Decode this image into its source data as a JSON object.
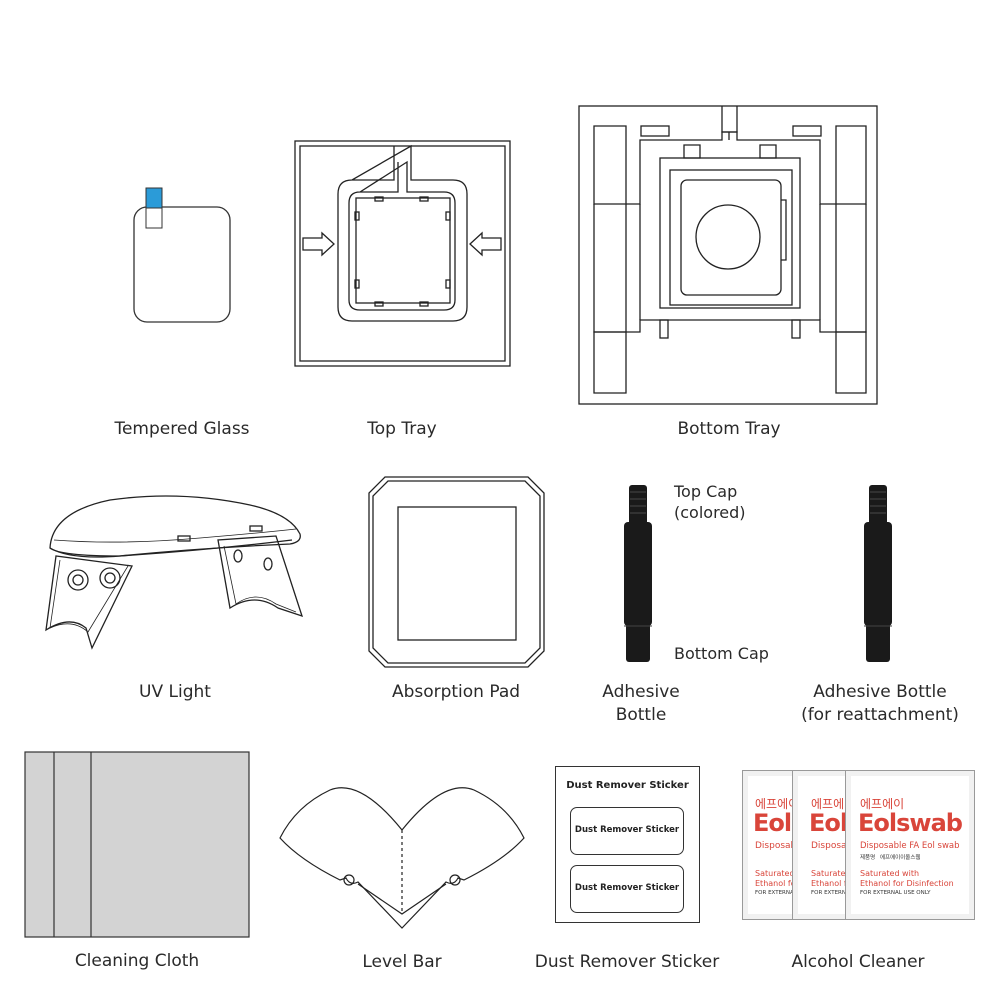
{
  "items": {
    "tempered_glass": {
      "label": "Tempered Glass"
    },
    "top_tray": {
      "label": "Top Tray"
    },
    "bottom_tray": {
      "label": "Bottom Tray"
    },
    "uv_light": {
      "label": "UV Light"
    },
    "absorption_pad": {
      "label": "Absorption Pad"
    },
    "adhesive_bottle": {
      "label_line1": "Adhesive",
      "label_line2": "Bottle",
      "top_cap_line1": "Top Cap",
      "top_cap_line2": "(colored)",
      "bottom_cap": "Bottom Cap"
    },
    "adhesive_bottle_reattach": {
      "label_line1": "Adhesive Bottle",
      "label_line2": "(for reattachment)"
    },
    "cleaning_cloth": {
      "label": "Cleaning Cloth"
    },
    "level_bar": {
      "label": "Level Bar"
    },
    "dust_remover_sticker": {
      "label": "Dust Remover Sticker",
      "sheet_title": "Dust Remover Sticker",
      "sticker1": "Dust Remover Sticker",
      "sticker2": "Dust Remover Sticker"
    },
    "alcohol_cleaner": {
      "label": "Alcohol Cleaner",
      "korean_brand": "에프에이",
      "brand": "Eolswab",
      "subtitle": "Disposable FA Eol swab",
      "korean_small": "에프에이이올스웹",
      "small_label": "제품명",
      "line1": "Saturated with",
      "line2": "Ethanol for Disinfection",
      "line3": "FOR EXTERNAL USE ONLY"
    }
  },
  "colors": {
    "glass_tab": "#2b9bd8",
    "line": "#222222",
    "cloth": "#d3d3d3",
    "bottle": "#1a1a1a",
    "packet_red": "#d9453a",
    "packet_bg": "#f1f1f1"
  }
}
